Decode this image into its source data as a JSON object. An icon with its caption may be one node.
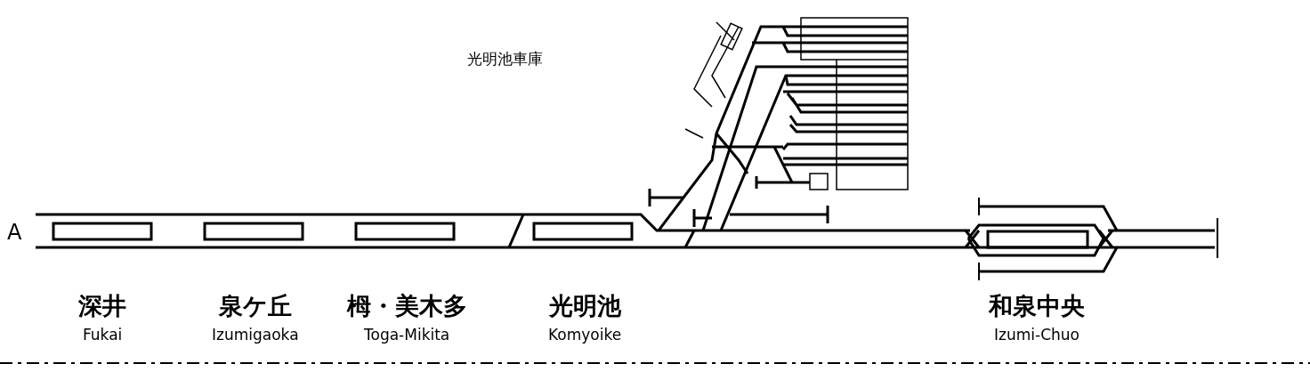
{
  "diagram": {
    "labels": [
      "光明池車庫",
      "A",
      "深井",
      "Fukai",
      "泉ケ丘",
      "Izumigaoka",
      "栂・美木多",
      "Toga-Mikita",
      "光明池",
      "Komyoike",
      "和泉中央",
      "Izumi-Chuo"
    ]
  }
}
